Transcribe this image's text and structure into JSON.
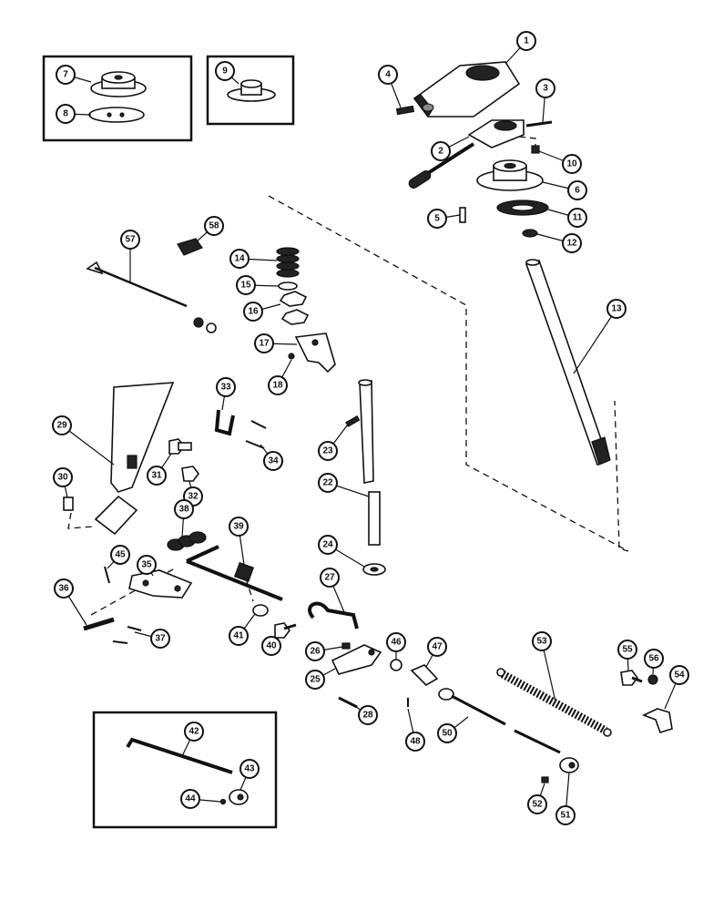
{
  "callouts": [
    "1",
    "2",
    "3",
    "4",
    "5",
    "6",
    "7",
    "8",
    "9",
    "10",
    "11",
    "12",
    "13",
    "14",
    "15",
    "16",
    "17",
    "18",
    "22",
    "23",
    "24",
    "25",
    "26",
    "27",
    "28",
    "29",
    "30",
    "31",
    "32",
    "33",
    "34",
    "35",
    "36",
    "37",
    "38",
    "39",
    "40",
    "41",
    "42",
    "43",
    "44",
    "45",
    "46",
    "47",
    "48",
    "50",
    "51",
    "52",
    "53",
    "54",
    "55",
    "56",
    "57",
    "58"
  ]
}
